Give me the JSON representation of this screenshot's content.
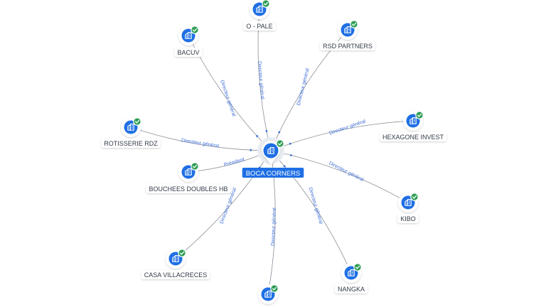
{
  "colors": {
    "node_blue": "#1f6fe5",
    "badge_green": "#2e9e54",
    "edge": "#8a8f99",
    "edge_label": "#3d6fd6",
    "center_label_bg": "#1f6fe5"
  },
  "icons": {
    "company": "building-icon",
    "verified": "check-badge-icon"
  },
  "center": {
    "label": "BOCA CORNERS"
  },
  "nodes": [
    {
      "label": "O - PALE",
      "edge_label": "Directeur général"
    },
    {
      "label": "RSD PARTNERS",
      "edge_label": "Directeur général"
    },
    {
      "label": "BACUV",
      "edge_label": "Directeur général"
    },
    {
      "label": "HEXAGONE INVEST",
      "edge_label": "Directeur général"
    },
    {
      "label": "ROTISSERIE RDZ",
      "edge_label": "Directeur général"
    },
    {
      "label": "BOUCHEES DOUBLES HB",
      "edge_label": "Président"
    },
    {
      "label": "KIBO",
      "edge_label": "Directeur général"
    },
    {
      "label": "CASA VILLACRECES",
      "edge_label": "Directeur général"
    },
    {
      "label": "NANGKA",
      "edge_label": "Directeur général"
    },
    {
      "label": "",
      "edge_label": "Directeur général"
    }
  ]
}
